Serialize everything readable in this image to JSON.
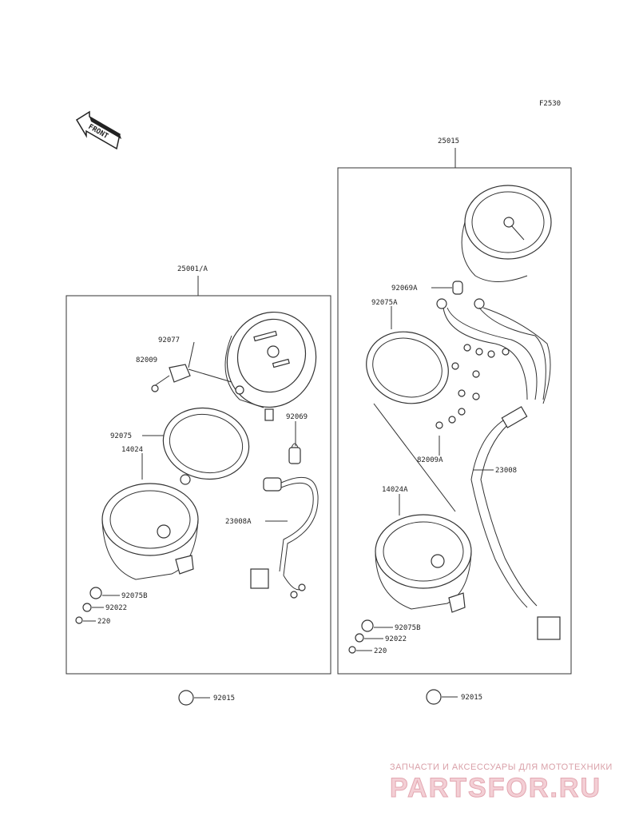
{
  "figure_code": "F2530",
  "front_label": "FRONT",
  "left_assembly": {
    "assembly_no": "25001/A",
    "parts": {
      "meter": "92077",
      "screw": "82009",
      "ring": "92075",
      "socket": "92069",
      "case": "14024",
      "harness": "23008A",
      "nut_a": "92075B",
      "washer": "92022",
      "nut_b": "220"
    },
    "bottom_nut": "92015"
  },
  "right_assembly": {
    "assembly_no": "25015",
    "parts": {
      "bulb": "92069A",
      "ring": "92075A",
      "screw": "82009A",
      "harness": "23008",
      "case": "14024A",
      "nut_a": "92075B",
      "washer": "92022",
      "nut_b": "220"
    },
    "bottom_nut": "92015"
  },
  "watermark": {
    "line1": "ЗАПЧАСТИ И АКСЕССУАРЫ ДЛЯ МОТОТЕХНИКИ",
    "line2": "PARTSFOR.RU"
  }
}
